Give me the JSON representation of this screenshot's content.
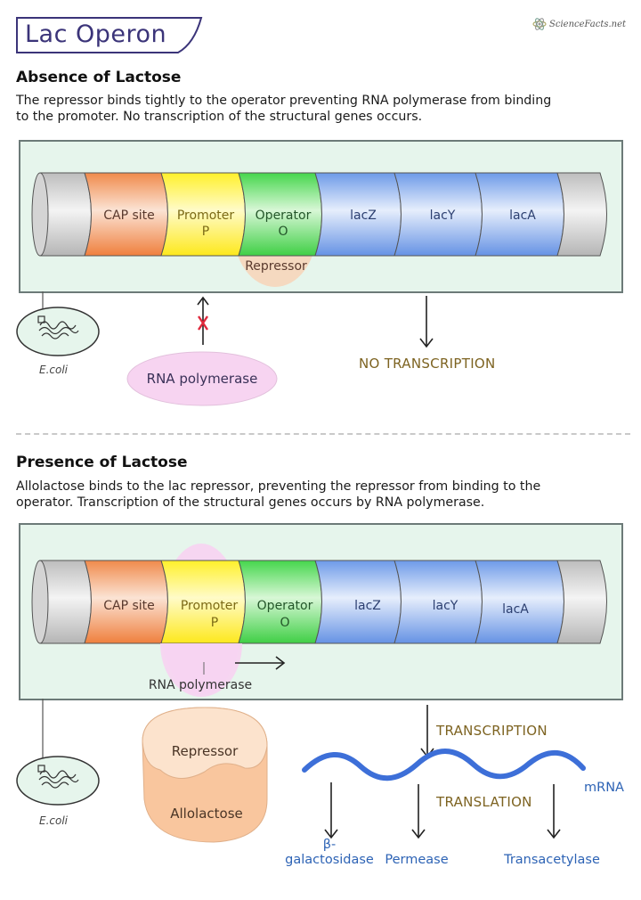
{
  "header": {
    "title": "Lac Operon",
    "brand": "ScienceFacts.net",
    "brand_icon": "atom-logo-icon"
  },
  "absence": {
    "heading": "Absence of Lactose",
    "description_line1": "The repressor binds tightly to the operator preventing RNA polymerase from binding",
    "description_line2": "to the promoter. No transcription of the structural genes occurs.",
    "segments": {
      "cap": "CAP site",
      "promoter": "Promoter",
      "promoter_sub": "P",
      "operator": "Operator",
      "operator_sub": "O",
      "lacz": "lacZ",
      "lacy": "lacY",
      "laca": "lacA"
    },
    "repressor_label": "Repressor",
    "ecoli_label": "E.coli",
    "rna_polymerase_label": "RNA polymerase",
    "blocked_icon": "red-x-icon",
    "result_label": "NO TRANSCRIPTION"
  },
  "presence": {
    "heading": "Presence of Lactose",
    "description_line1": "Allolactose binds to the lac repressor, preventing the repressor from binding to the",
    "description_line2": "operator. Transcription of the structural genes occurs by RNA polymerase.",
    "segments": {
      "cap": "CAP site",
      "promoter": "Promoter",
      "promoter_sub": "P",
      "operator": "Operator",
      "operator_sub": "O",
      "lacz": "lacZ",
      "lacy": "lacY",
      "laca": "lacA"
    },
    "rna_polymerase_label": "RNA polymerase",
    "ecoli_label": "E.coli",
    "complex_top": "Repressor",
    "complex_bottom": "Allolactose",
    "transcription_label": "TRANSCRIPTION",
    "translation_label": "TRANSLATION",
    "mrna_label": "mRNA",
    "proteins": [
      "β-galactosidase",
      "Permease",
      "Transacetylase"
    ],
    "protein_beta_line1": "β-",
    "protein_beta_line2": "galactosidase"
  },
  "colors": {
    "title": "#3b3479",
    "panel_bg": "#e6f5ec",
    "cap": "#f08a4b",
    "promoter": "#fff02a",
    "operator": "#45d64c",
    "gene": "#6d9ae8",
    "end_cap": "#c8c8c8",
    "repressor": "#f7d3b8",
    "rna_polymerase": "#f7d4f1",
    "mrna": "#3d6fd8",
    "block": "#e0283c",
    "process_text": "#7d6321",
    "protein_text": "#2d63b5"
  }
}
